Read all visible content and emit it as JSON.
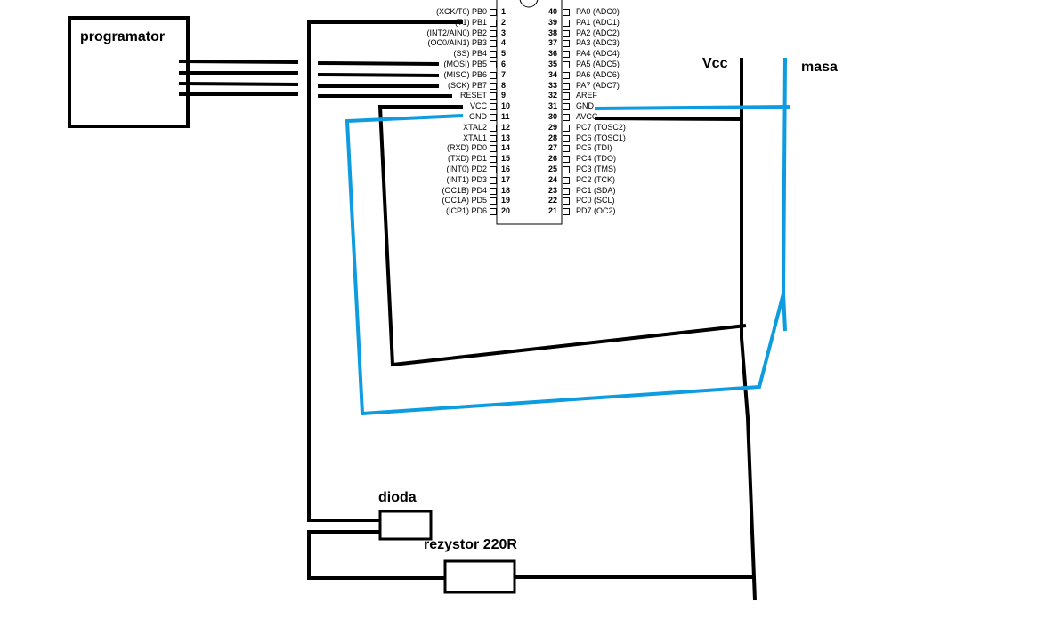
{
  "labels": {
    "programmer": "programator",
    "vcc": "Vcc",
    "ground": "masa",
    "diode": "dioda",
    "resistor": "rezystor 220R"
  },
  "colors": {
    "wire": "#000000",
    "ground_wire": "#0e9ce0"
  },
  "chip": {
    "left_pins": [
      {
        "num": "1",
        "label": "(XCK/T0) PB0"
      },
      {
        "num": "2",
        "label": "(T1) PB1"
      },
      {
        "num": "3",
        "label": "(INT2/AIN0) PB2"
      },
      {
        "num": "4",
        "label": "(OC0/AIN1) PB3"
      },
      {
        "num": "5",
        "label": "(SS) PB4"
      },
      {
        "num": "6",
        "label": "(MOSI) PB5"
      },
      {
        "num": "7",
        "label": "(MISO) PB6"
      },
      {
        "num": "8",
        "label": "(SCK) PB7"
      },
      {
        "num": "9",
        "label": "RESET"
      },
      {
        "num": "10",
        "label": "VCC"
      },
      {
        "num": "11",
        "label": "GND"
      },
      {
        "num": "12",
        "label": "XTAL2"
      },
      {
        "num": "13",
        "label": "XTAL1"
      },
      {
        "num": "14",
        "label": "(RXD) PD0"
      },
      {
        "num": "15",
        "label": "(TXD) PD1"
      },
      {
        "num": "16",
        "label": "(INT0) PD2"
      },
      {
        "num": "17",
        "label": "(INT1) PD3"
      },
      {
        "num": "18",
        "label": "(OC1B) PD4"
      },
      {
        "num": "19",
        "label": "(OC1A) PD5"
      },
      {
        "num": "20",
        "label": "(ICP1) PD6"
      }
    ],
    "right_pins": [
      {
        "num": "40",
        "label": "PA0 (ADC0)"
      },
      {
        "num": "39",
        "label": "PA1 (ADC1)"
      },
      {
        "num": "38",
        "label": "PA2 (ADC2)"
      },
      {
        "num": "37",
        "label": "PA3 (ADC3)"
      },
      {
        "num": "36",
        "label": "PA4 (ADC4)"
      },
      {
        "num": "35",
        "label": "PA5 (ADC5)"
      },
      {
        "num": "34",
        "label": "PA6 (ADC6)"
      },
      {
        "num": "33",
        "label": "PA7 (ADC7)"
      },
      {
        "num": "32",
        "label": "AREF"
      },
      {
        "num": "31",
        "label": "GND"
      },
      {
        "num": "30",
        "label": "AVCC"
      },
      {
        "num": "29",
        "label": "PC7 (TOSC2)"
      },
      {
        "num": "28",
        "label": "PC6 (TOSC1)"
      },
      {
        "num": "27",
        "label": "PC5 (TDI)"
      },
      {
        "num": "26",
        "label": "PC4 (TDO)"
      },
      {
        "num": "25",
        "label": "PC3 (TMS)"
      },
      {
        "num": "24",
        "label": "PC2 (TCK)"
      },
      {
        "num": "23",
        "label": "PC1 (SDA)"
      },
      {
        "num": "22",
        "label": "PC0 (SCL)"
      },
      {
        "num": "21",
        "label": "PD7 (OC2)"
      }
    ]
  }
}
